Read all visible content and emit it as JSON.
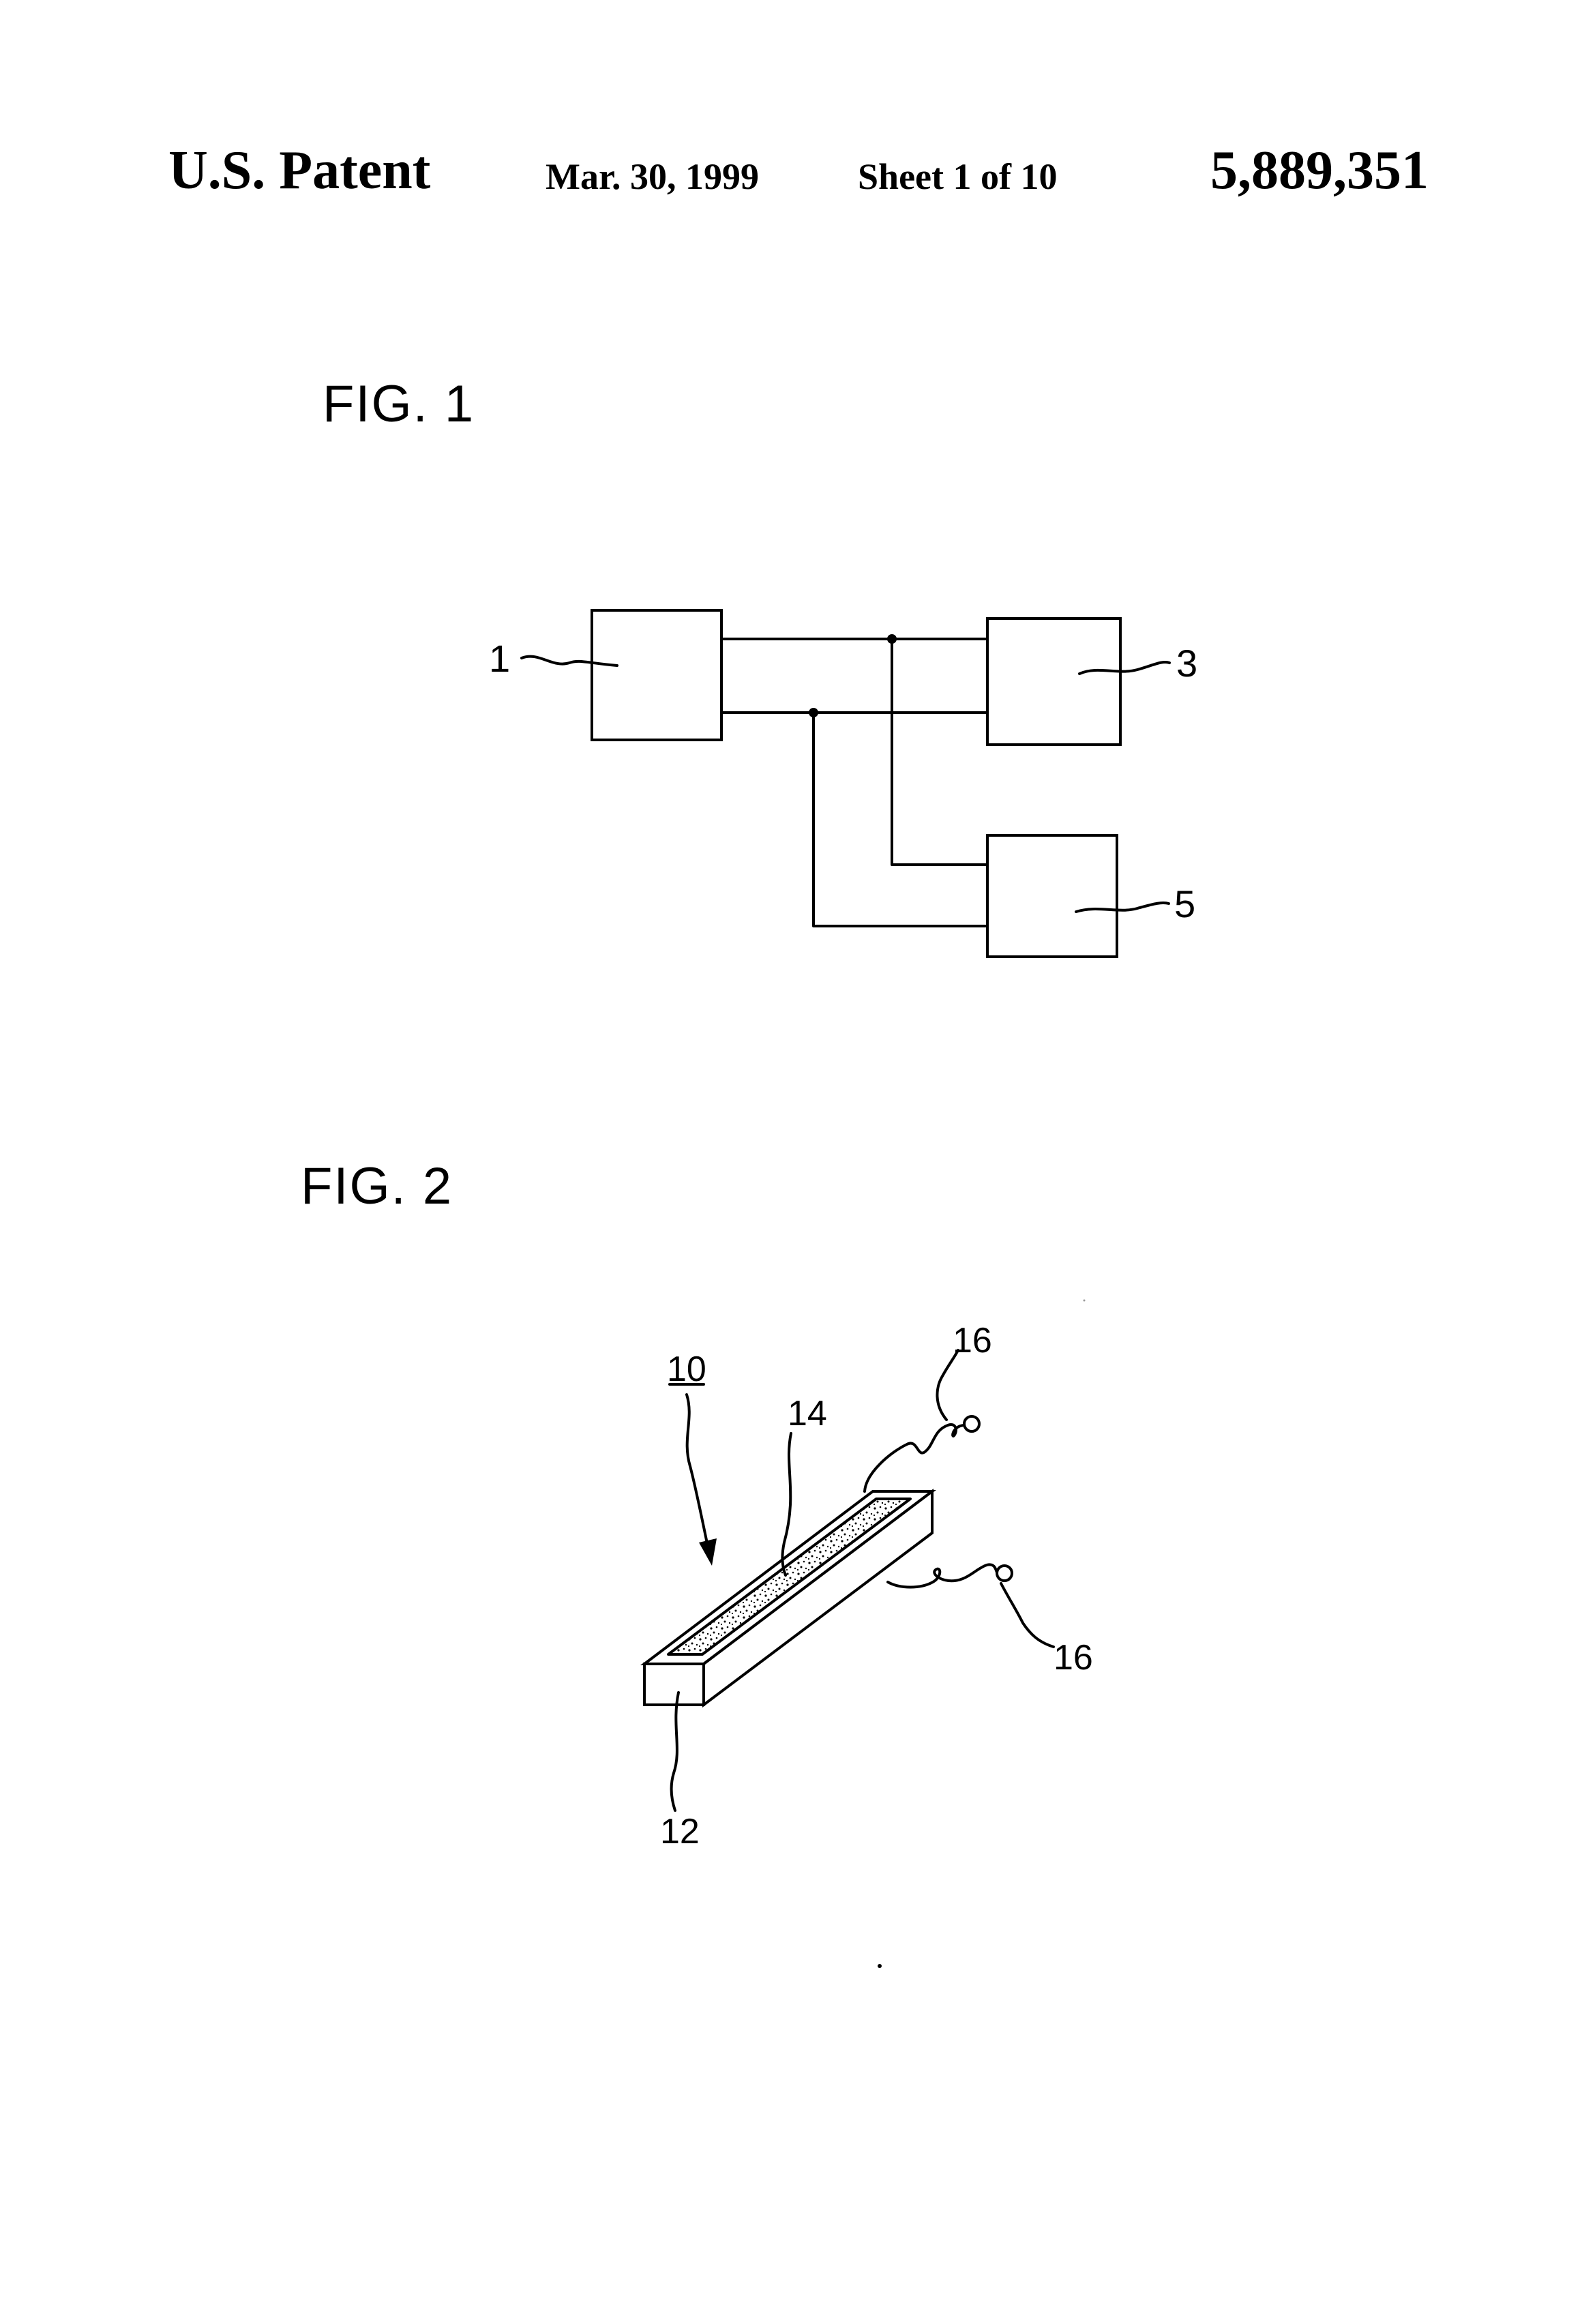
{
  "header": {
    "title": "U.S. Patent",
    "date": "Mar. 30, 1999",
    "sheet": "Sheet 1 of 10",
    "patent_number": "5,889,351"
  },
  "figure1": {
    "label": "FIG. 1",
    "ref_1": "1",
    "ref_3": "3",
    "ref_5": "5"
  },
  "figure2": {
    "label": "FIG. 2",
    "ref_10": "10",
    "ref_12": "12",
    "ref_14": "14",
    "ref_16_top": "16",
    "ref_16_bottom": "16"
  }
}
